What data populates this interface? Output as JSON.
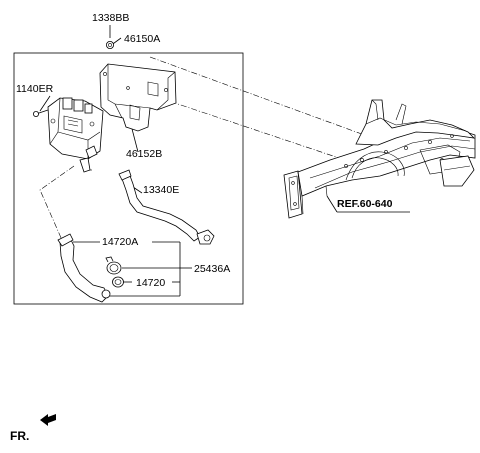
{
  "diagram": {
    "labels": {
      "bolt_top": "1338BB",
      "bracket": "46150A",
      "bolt_side": "1140ER",
      "bracket_lower": "46152B",
      "hose_upper": "13340E",
      "hose_lower": "14720A",
      "clamp": "25436A",
      "hose_small": "14720",
      "reference": "REF.60-640",
      "front": "FR."
    }
  }
}
